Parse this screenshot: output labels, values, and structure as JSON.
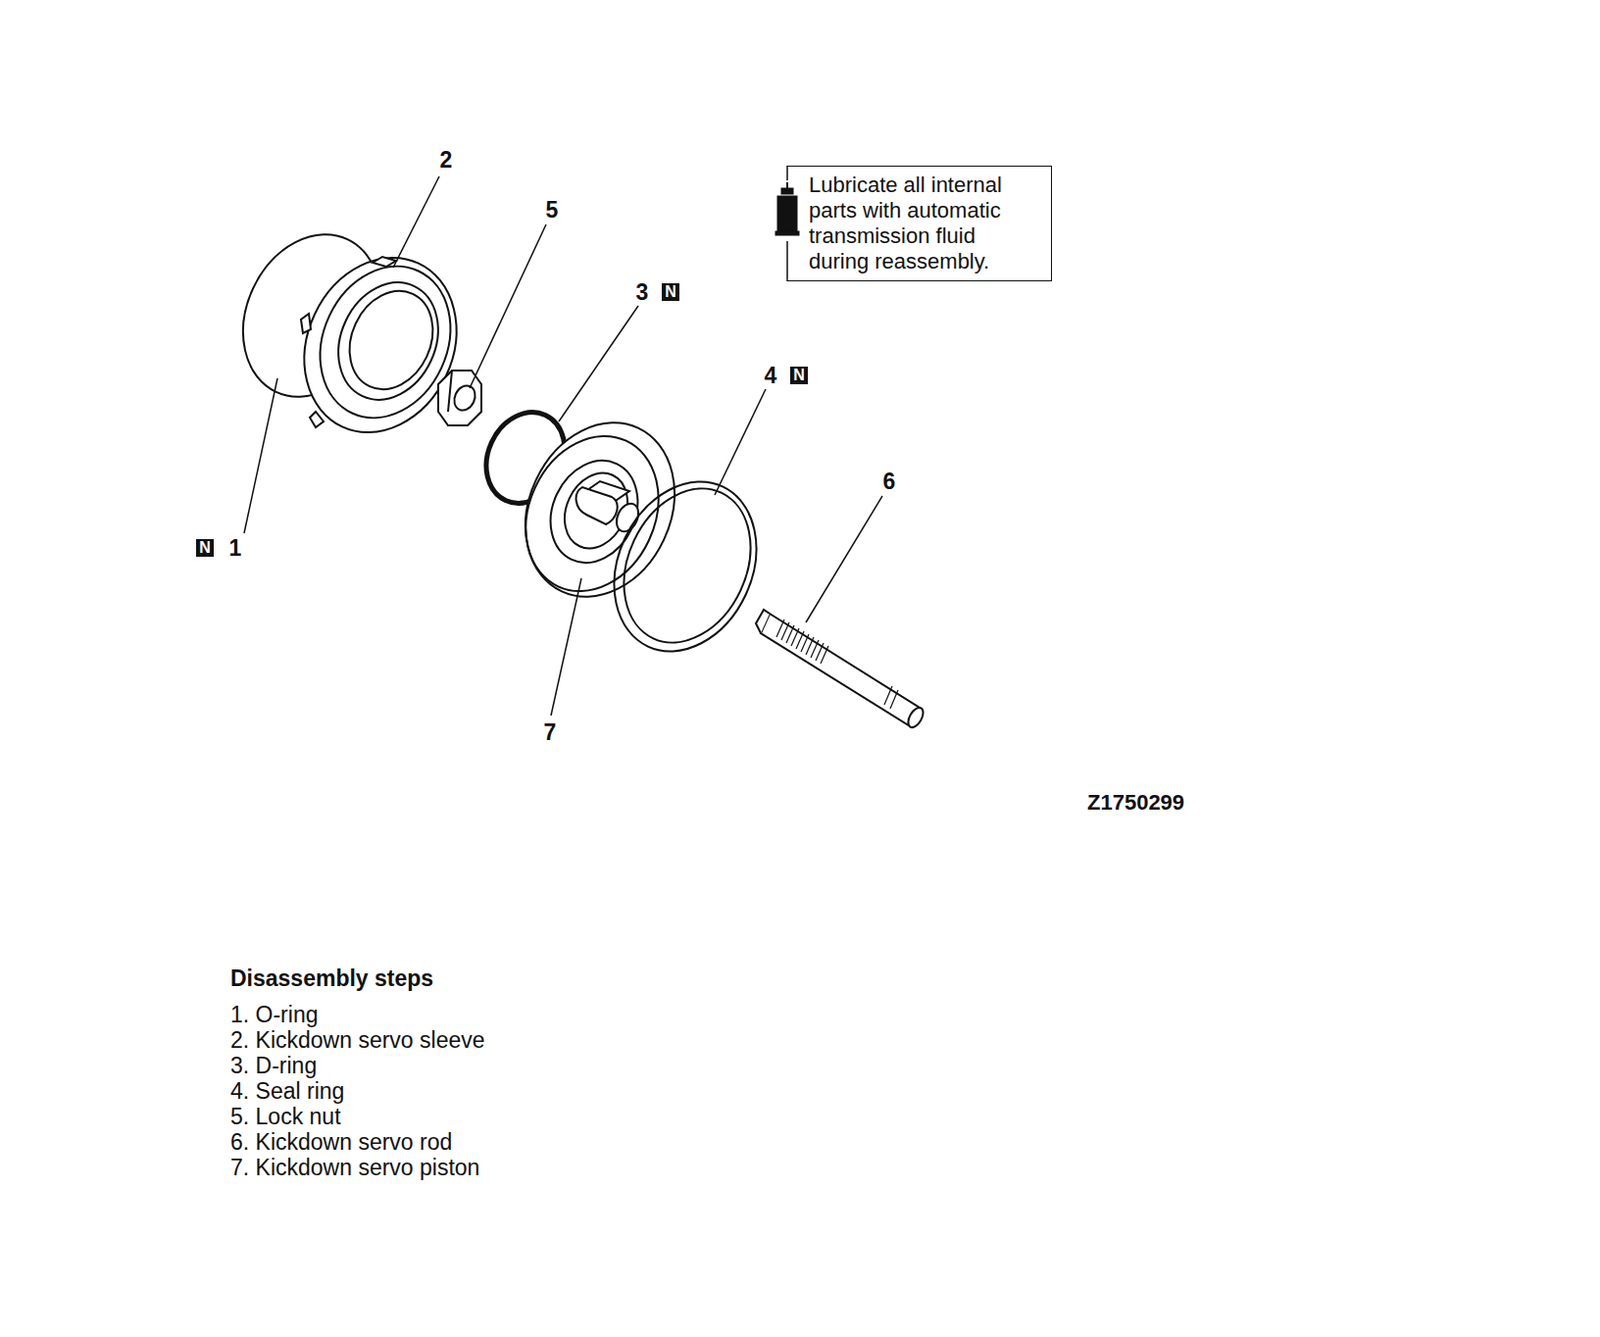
{
  "diagram": {
    "nodes": [
      {
        "text": [
          "Lubricate all internal parts with automatic transmission fluid during reassembly."
        ]
      }
    ],
    "labels": [
      "2",
      "5",
      "3",
      "N",
      "4",
      "N",
      "6",
      "N",
      "1",
      "7",
      "Z1750299",
      "Disassembly steps",
      "1. O-ring",
      "2. Kickdown servo sleeve",
      "3. D-ring",
      "4. Seal ring",
      "5. Lock nut",
      "6. Kickdown servo rod",
      "7. Kickdown servo piston"
    ]
  }
}
